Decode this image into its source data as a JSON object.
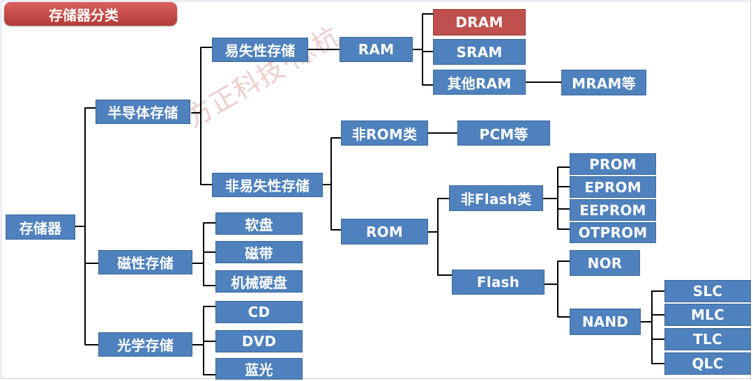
{
  "title": "存储器分类",
  "watermark": "方正科技·陈杭",
  "colors": {
    "node": "#4e81bd",
    "highlight": "#c0504d",
    "title": "#c0504d"
  },
  "nodes": {
    "root": "存储器",
    "semiconductor": "半导体存储",
    "magnetic": "磁性存储",
    "optical": "光学存储",
    "volatile": "易失性存储",
    "nonvolatile": "非易失性存储",
    "ram": "RAM",
    "dram": "DRAM",
    "sram": "SRAM",
    "other_ram": "其他RAM",
    "mram": "MRAM等",
    "non_rom": "非ROM类",
    "pcm": "PCM等",
    "rom": "ROM",
    "non_flash": "非Flash类",
    "prom": "PROM",
    "eprom": "EPROM",
    "eeprom": "EEPROM",
    "otprom": "OTPROM",
    "flash": "Flash",
    "nor": "NOR",
    "nand": "NAND",
    "slc": "SLC",
    "mlc": "MLC",
    "tlc": "TLC",
    "qlc": "QLC",
    "floppy": "软盘",
    "tape": "磁带",
    "hdd": "机械硬盘",
    "cd": "CD",
    "dvd": "DVD",
    "bluray": "蓝光"
  }
}
